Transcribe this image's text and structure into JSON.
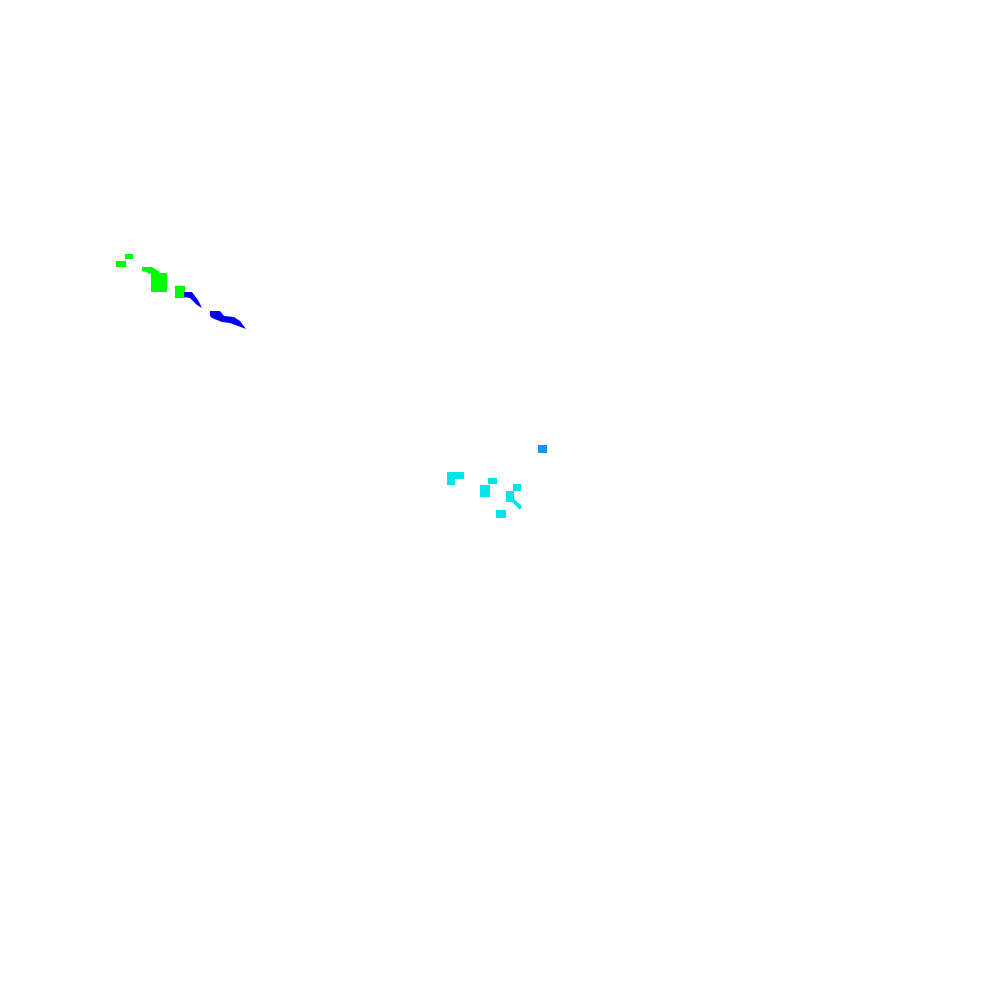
{
  "background_color": "#ffffff",
  "palette": {
    "green": "#00ff00",
    "blue": "#0000ee",
    "cyan": "#00e5e5",
    "sky_blue": "#1199ee"
  },
  "regions": [
    {
      "name": "green-cluster",
      "color_key": "green"
    },
    {
      "name": "blue-cluster",
      "color_key": "blue"
    },
    {
      "name": "cyan-cluster",
      "color_key": "cyan"
    },
    {
      "name": "sky-blue-dot",
      "color_key": "sky_blue"
    }
  ]
}
